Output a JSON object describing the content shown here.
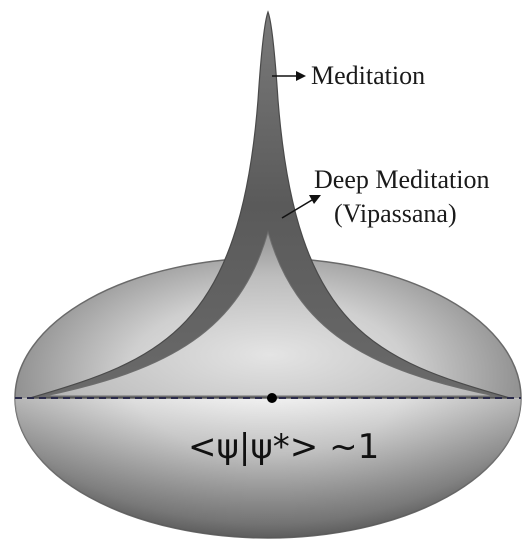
{
  "labels": {
    "meditation": "Meditation",
    "deep_meditation_line1": "Deep Meditation",
    "deep_meditation_line2": "(Vipassana)",
    "formula": "<ψ|ψ*> ~1"
  },
  "colors": {
    "outer_ellipse_light": "#e6e6e6",
    "outer_ellipse_dark": "#6f6f6f",
    "spike_outer": "#5a5a5a",
    "spike_inner": "#cfcfcf",
    "dashed_line": "#2a2a4a",
    "center_dot": "#000000"
  }
}
